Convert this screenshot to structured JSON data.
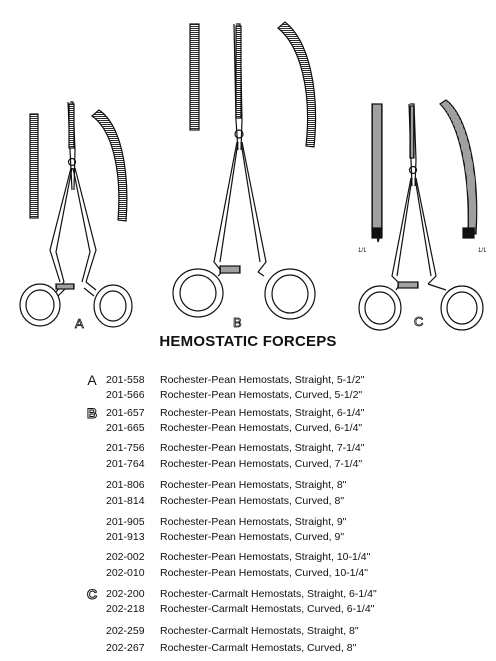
{
  "title": "HEMOSTATIC FORCEPS",
  "figure_labels": {
    "a": "A",
    "b": "B",
    "c": "C"
  },
  "scale_labels": {
    "left": "1/1",
    "right": "1/1"
  },
  "items": [
    {
      "group": "A",
      "code": "201-558",
      "desc": "Rochester-Pean Hemostats, Straight, 5-1/2\""
    },
    {
      "group": "",
      "code": "201-566",
      "desc": "Rochester-Pean Hemostats, Curved, 5-1/2\""
    },
    {
      "group": "B",
      "code": "201-657",
      "desc": "Rochester-Pean Hemostats, Straight, 6-1/4\""
    },
    {
      "group": "",
      "code": "201-665",
      "desc": "Rochester-Pean Hemostats, Curved, 6-1/4\""
    },
    {
      "group": "",
      "code": "201-756",
      "desc": "Rochester-Pean Hemostats, Straight, 7-1/4\""
    },
    {
      "group": "",
      "code": "201-764",
      "desc": "Rochester-Pean Hemostats, Curved, 7-1/4\""
    },
    {
      "group": "",
      "code": "201-806",
      "desc": "Rochester-Pean Hemostats, Straight, 8\""
    },
    {
      "group": "",
      "code": "201-814",
      "desc": "Rochester-Pean Hemostats, Curved, 8\""
    },
    {
      "group": "",
      "code": "201-905",
      "desc": "Rochester-Pean Hemostats, Straight, 9\""
    },
    {
      "group": "",
      "code": "201-913",
      "desc": "Rochester-Pean Hemostats, Curved, 9\""
    },
    {
      "group": "",
      "code": "202-002",
      "desc": "Rochester-Pean Hemostats, Straight, 10-1/4\""
    },
    {
      "group": "",
      "code": "202-010",
      "desc": "Rochester-Pean Hemostats, Curved, 10-1/4\""
    },
    {
      "group": "C",
      "code": "202-200",
      "desc": "Rochester-Carmalt Hemostats, Straight, 6-1/4\""
    },
    {
      "group": "",
      "code": "202-218",
      "desc": "Rochester-Carmalt Hemostats, Curved, 6-1/4\""
    },
    {
      "group": "",
      "code": "202-259",
      "desc": "Rochester-Carmalt Hemostats, Straight, 8\""
    },
    {
      "group": "",
      "code": "202-267",
      "desc": "Rochester-Carmalt Hemostats, Curved, 8\""
    }
  ]
}
